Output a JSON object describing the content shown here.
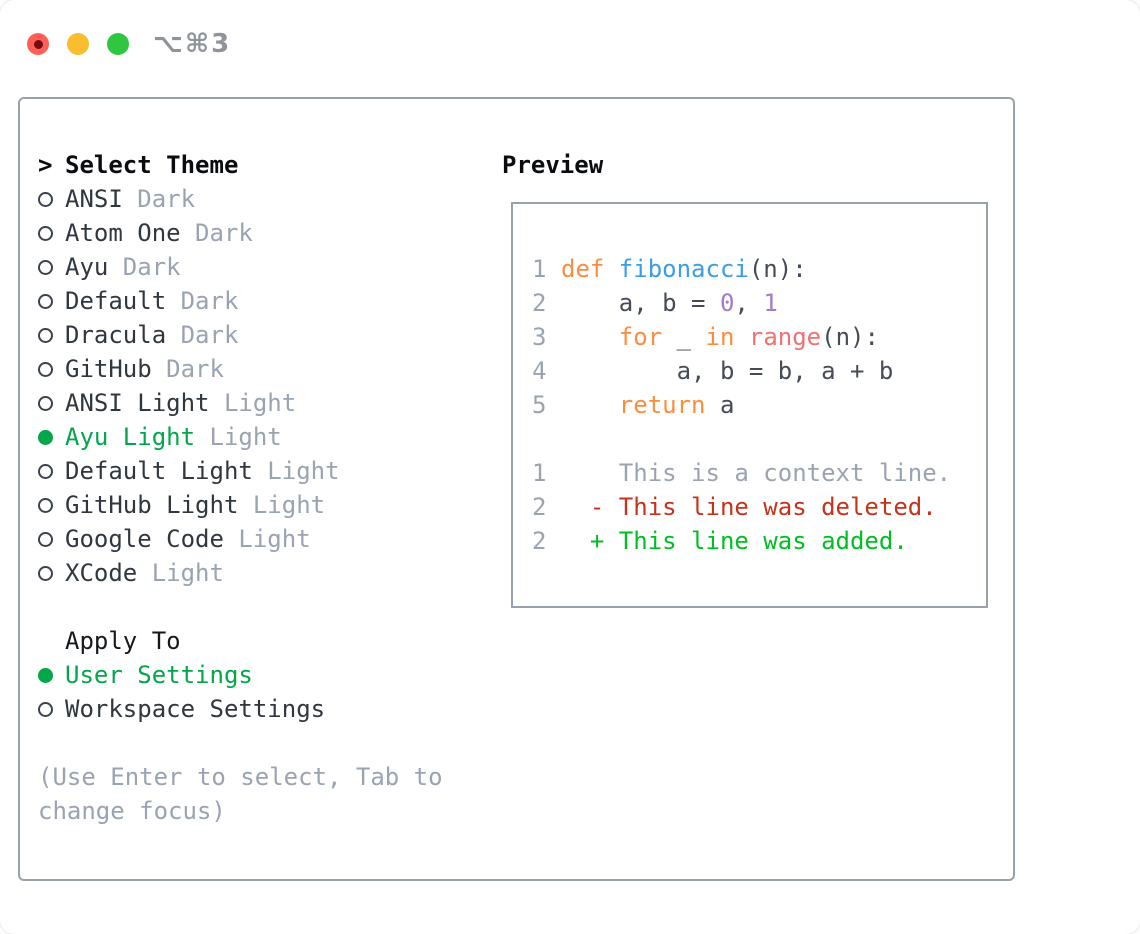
{
  "window": {
    "title": "⌥⌘3",
    "traffic_lights": [
      "close",
      "minimize",
      "zoom"
    ]
  },
  "theme_panel": {
    "header": {
      "cursor": ">",
      "label": "Select Theme"
    },
    "themes": [
      {
        "name": "ANSI",
        "tag": "Dark",
        "selected": false
      },
      {
        "name": "Atom One",
        "tag": "Dark",
        "selected": false
      },
      {
        "name": "Ayu",
        "tag": "Dark",
        "selected": false
      },
      {
        "name": "Default",
        "tag": "Dark",
        "selected": false
      },
      {
        "name": "Dracula",
        "tag": "Dark",
        "selected": false
      },
      {
        "name": "GitHub",
        "tag": "Dark",
        "selected": false
      },
      {
        "name": "ANSI Light",
        "tag": "Light",
        "selected": false
      },
      {
        "name": "Ayu Light",
        "tag": "Light",
        "selected": true
      },
      {
        "name": "Default Light",
        "tag": "Light",
        "selected": false
      },
      {
        "name": "GitHub Light",
        "tag": "Light",
        "selected": false
      },
      {
        "name": "Google Code",
        "tag": "Light",
        "selected": false
      },
      {
        "name": "XCode",
        "tag": "Light",
        "selected": false
      }
    ],
    "apply_to": {
      "label": "Apply To",
      "options": [
        {
          "name": "User Settings",
          "selected": true
        },
        {
          "name": "Workspace Settings",
          "selected": false
        }
      ]
    },
    "help_lines": [
      "(Use Enter to select, Tab to",
      "change focus)"
    ]
  },
  "preview": {
    "label": "Preview",
    "code_lines": [
      {
        "num": "1",
        "segments": [
          {
            "c": "keyword",
            "t": "def "
          },
          {
            "c": "function",
            "t": "fibonacci"
          },
          {
            "c": "plain",
            "t": "(n):"
          }
        ]
      },
      {
        "num": "2",
        "segments": [
          {
            "c": "plain",
            "t": "    a, b = "
          },
          {
            "c": "number",
            "t": "0"
          },
          {
            "c": "plain",
            "t": ", "
          },
          {
            "c": "number",
            "t": "1"
          }
        ]
      },
      {
        "num": "3",
        "segments": [
          {
            "c": "plain",
            "t": "    "
          },
          {
            "c": "keyword",
            "t": "for"
          },
          {
            "c": "plain",
            "t": " _ "
          },
          {
            "c": "keyword",
            "t": "in"
          },
          {
            "c": "plain",
            "t": " "
          },
          {
            "c": "builtin",
            "t": "range"
          },
          {
            "c": "plain",
            "t": "(n):"
          }
        ]
      },
      {
        "num": "4",
        "segments": [
          {
            "c": "plain",
            "t": "        a, b = b, a + b"
          }
        ]
      },
      {
        "num": "5",
        "segments": [
          {
            "c": "plain",
            "t": "    "
          },
          {
            "c": "keyword",
            "t": "return"
          },
          {
            "c": "plain",
            "t": " a"
          }
        ]
      },
      {
        "num": "",
        "segments": []
      },
      {
        "num": "1",
        "segments": [
          {
            "c": "context",
            "t": "    This is a context line."
          }
        ]
      },
      {
        "num": "2",
        "segments": [
          {
            "c": "deleted",
            "t": "  - This line was deleted."
          }
        ]
      },
      {
        "num": "2",
        "segments": [
          {
            "c": "added",
            "t": "  + This line was added."
          }
        ]
      }
    ]
  },
  "colors": {
    "border": "#99a1aa",
    "header": "#0a0c0f",
    "name": "#30373f",
    "muted": "#9aa3b2",
    "circle": "#3c434d",
    "selgreen": "#04a64b",
    "plain": "#454c57",
    "keyword": "#fa8d3e",
    "function": "#399ee6",
    "builtin": "#f07171",
    "number": "#a37acc",
    "deleted": "#c6331c",
    "added": "#00bf22",
    "tl_red": "#ff5f57",
    "tl_red_dot": "#750b10",
    "tl_yellow": "#f9bd2e",
    "tl_green": "#2fc640"
  }
}
